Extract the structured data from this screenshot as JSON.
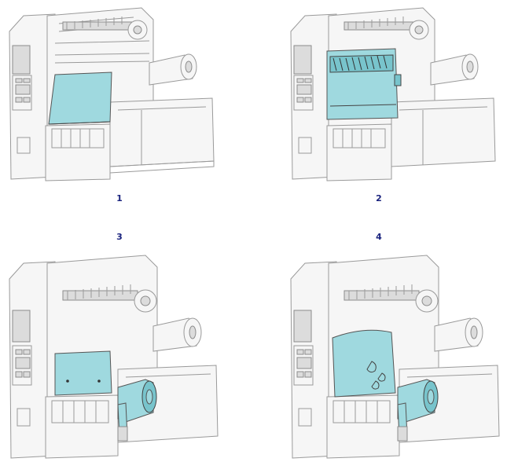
{
  "steps": [
    {
      "label": "1"
    },
    {
      "label": "2"
    },
    {
      "label": "3"
    },
    {
      "label": "4"
    }
  ],
  "colors": {
    "accent_part": "#9fd9df",
    "label_color": "#1a237e",
    "line_color": "#9a9a9a"
  }
}
